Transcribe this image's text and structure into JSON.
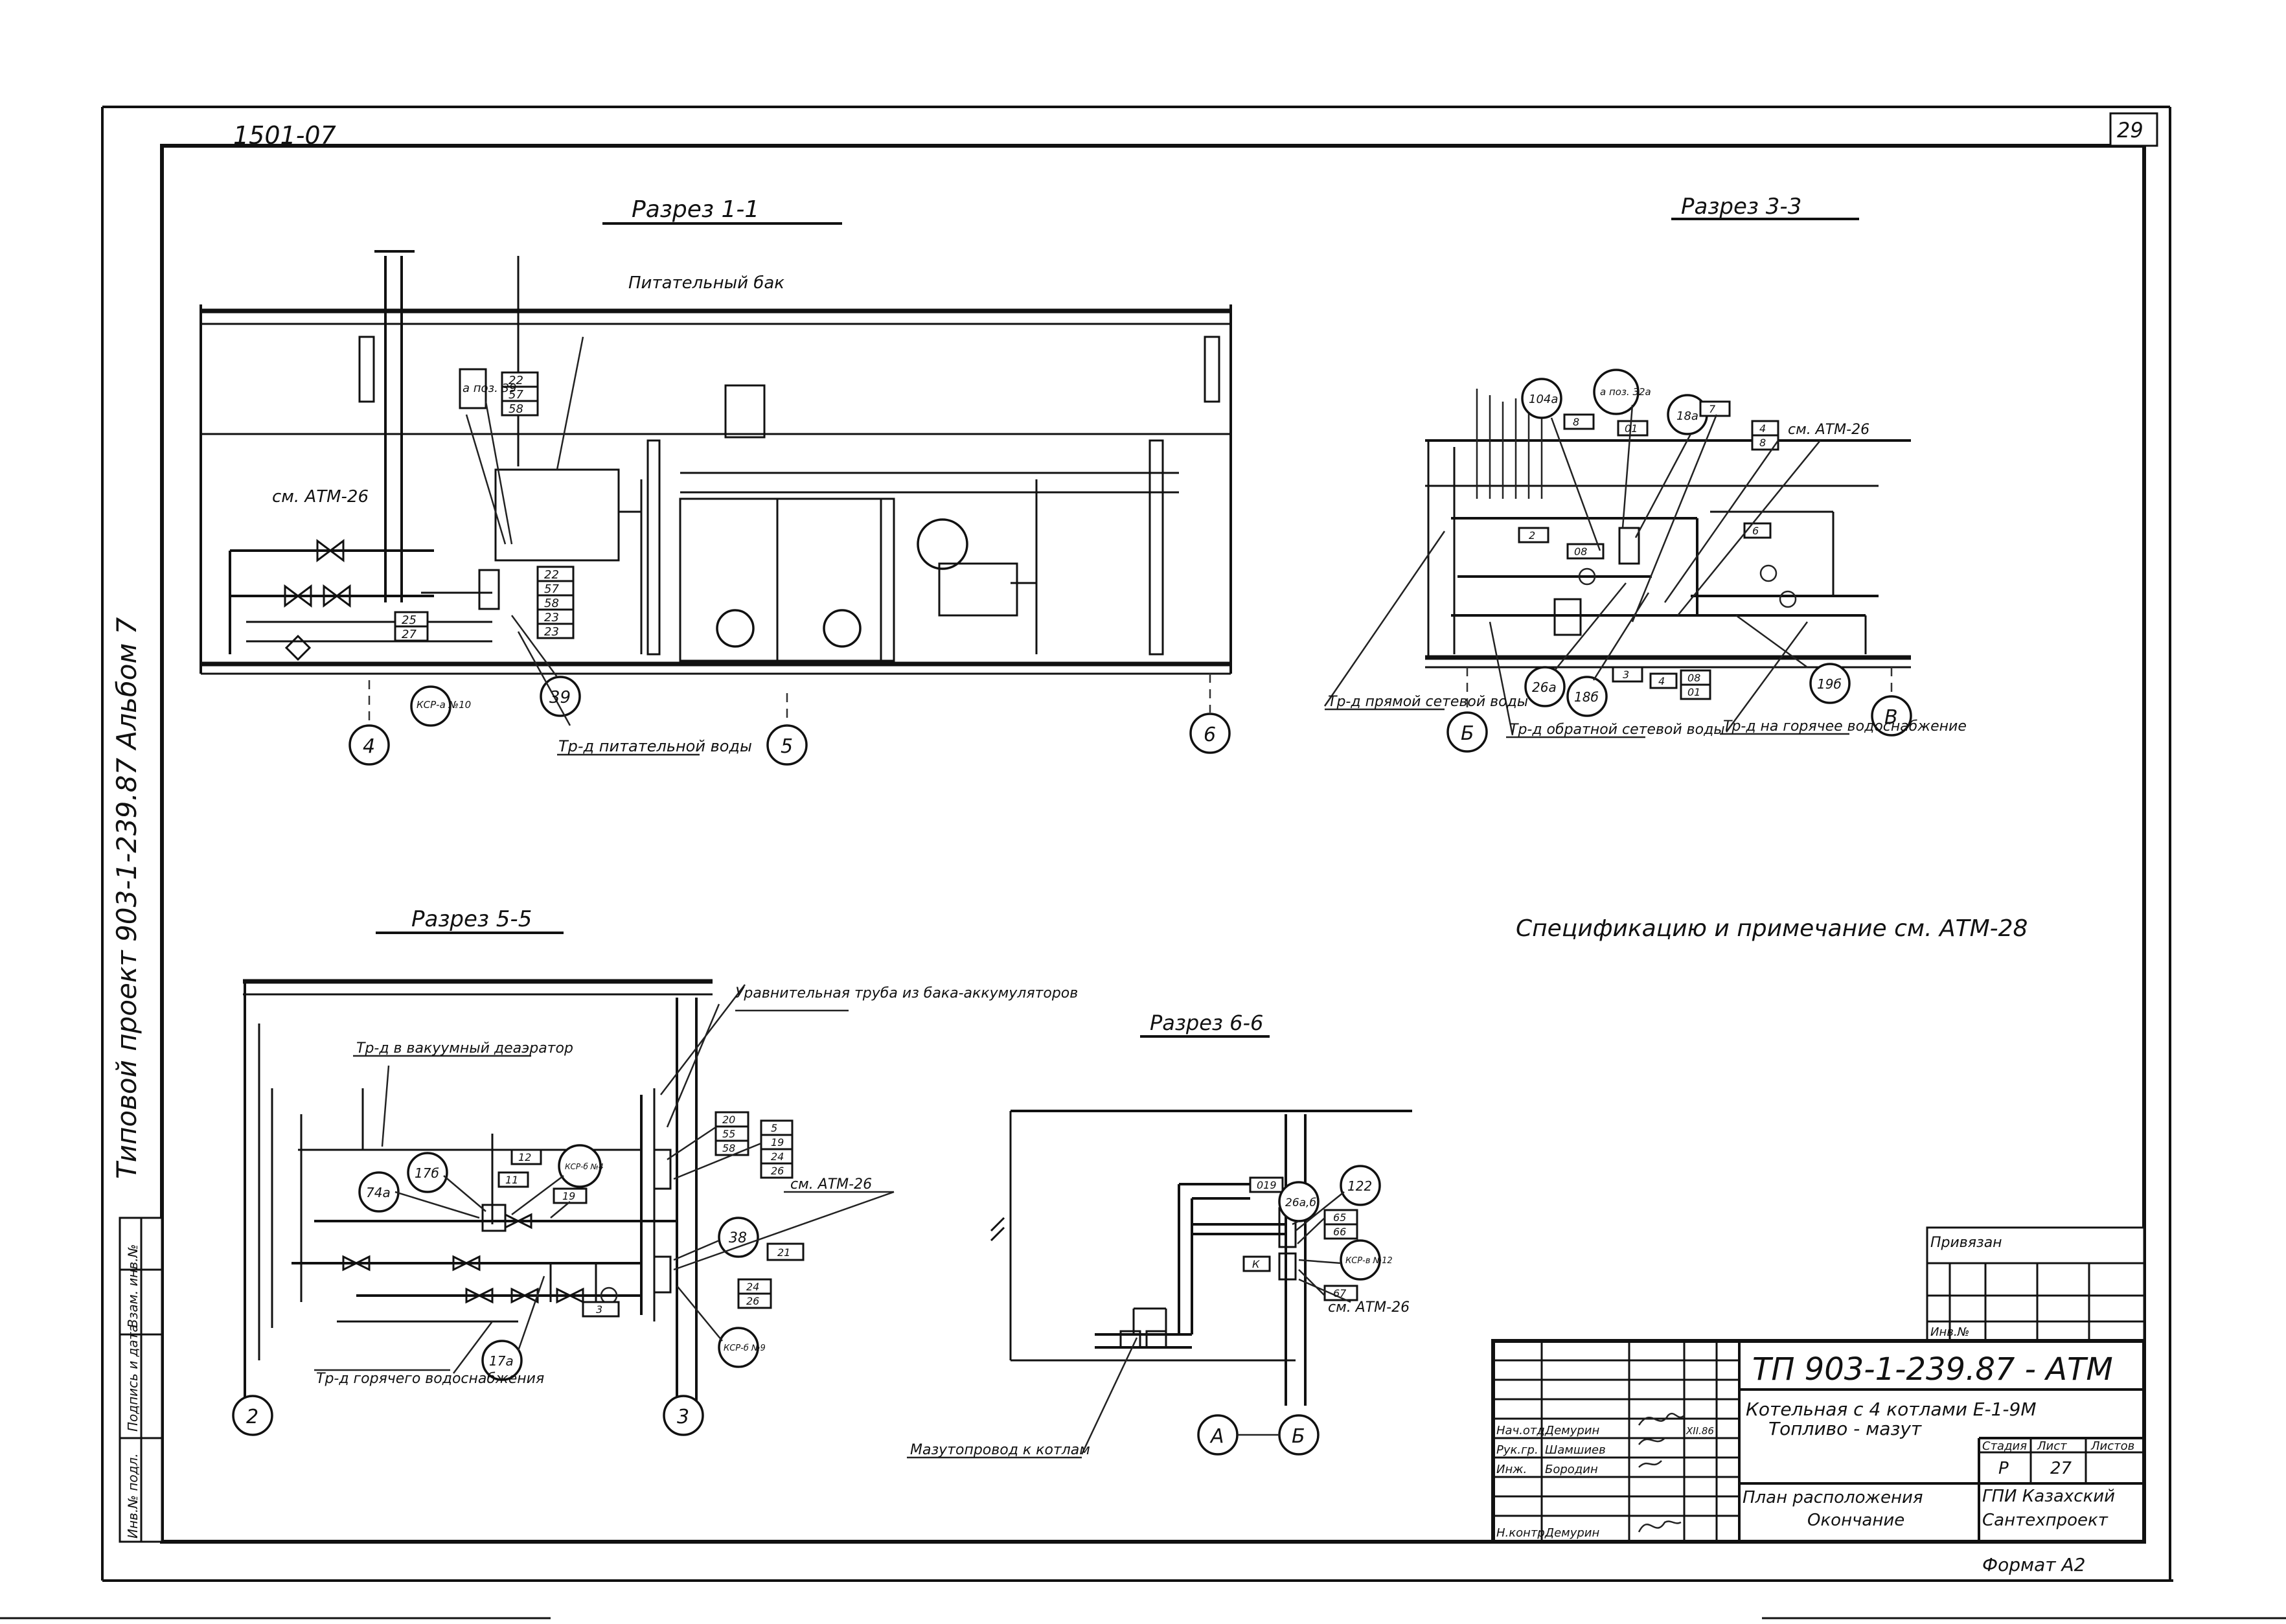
{
  "sheet": {
    "number_top_left": "1501-07",
    "page_number": "29",
    "format": "Формат А2"
  },
  "side_strip": {
    "text": "Типовой проект   903-1-239.87   Альбом 7",
    "headers": [
      "Инв.№ подл.",
      "Подпись и дата",
      "Взам. инв.№"
    ]
  },
  "sections": {
    "s11": {
      "title": "Разрез 1-1",
      "labels": {
        "tank": "Питательный бак",
        "ref": "см. АТМ-26",
        "pipe": "Тр-д питательной воды"
      },
      "tags": [
        "а поз. 39",
        "22",
        "57",
        "58",
        "22",
        "57",
        "58",
        "23",
        "23",
        "25",
        "27",
        "39",
        "КСР-а №10"
      ],
      "axes": [
        "4",
        "5",
        "6"
      ]
    },
    "s33": {
      "title": "Разрез 3-3",
      "labels": {
        "ref": "см. АТМ-26",
        "p1": "Тр-д прямой сетевой воды",
        "p2": "Тр-д обратной сетевой воды",
        "p3": "Тр-д на горячее водоснабжение"
      },
      "tags": [
        "104а",
        "а поз. 32а",
        "18а",
        "8",
        "01",
        "7",
        "4",
        "8",
        "2",
        "08",
        "6",
        "26а",
        "18б",
        "3",
        "4",
        "08",
        "01",
        "19б"
      ],
      "axes": [
        "Б",
        "В"
      ]
    },
    "s55": {
      "title": "Разрез 5-5",
      "labels": {
        "p1": "Уравнительная труба из бака-аккумуляторов",
        "p2": "Тр-д в вакуумный деаэратор",
        "ref": "см. АТМ-26",
        "p3": "Тр-д горячего водоснабжения"
      },
      "tags": [
        "74а",
        "17б",
        "12",
        "11",
        "КСР-б №4",
        "19",
        "20",
        "55",
        "58",
        "5",
        "19",
        "24",
        "26",
        "38",
        "21",
        "24",
        "26",
        "3",
        "17а",
        "КСР-б №9"
      ],
      "axes": [
        "2",
        "3"
      ]
    },
    "s66": {
      "title": "Разрез 6-6",
      "labels": {
        "ref": "см. АТМ-26",
        "p1": "Мазутопровод к котлам"
      },
      "tags": [
        "019",
        "26а,б",
        "122",
        "65",
        "66",
        "К",
        "КСР-в №12",
        "67"
      ],
      "axes": [
        "А",
        "Б"
      ]
    }
  },
  "note": "Спецификацию и примечание см. АТМ-28",
  "title_block": {
    "privyazan": "Привязан",
    "inv": "Инв.№",
    "code": "ТП 903-1-239.87 - АТМ",
    "object_line1": "Котельная с 4 котлами Е-1-9М",
    "object_line2": "Топливо - мазут",
    "sheet_title_line1": "План расположения",
    "sheet_title_line2": "Окончание",
    "stage_head": "Стадия",
    "sheet_head": "Лист",
    "sheets_head": "Листов",
    "stage": "Р",
    "sheet": "27",
    "org_line1": "ГПИ Казахский",
    "org_line2": "Сантехпроект",
    "roles": [
      {
        "role": "Нач.отд.",
        "name": "Демурин"
      },
      {
        "role": "Рук.гр.",
        "name": "Шамшиев"
      },
      {
        "role": "Инж.",
        "name": "Бородин"
      },
      {
        "role": "Н.контр.",
        "name": "Демурин"
      }
    ],
    "date": "XII.86"
  }
}
